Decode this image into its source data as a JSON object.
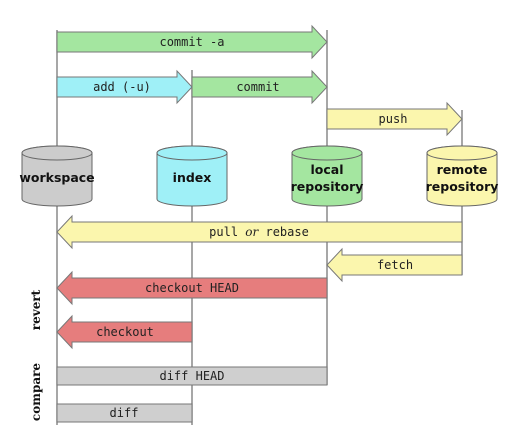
{
  "diagram": {
    "nodes": {
      "workspace": "workspace",
      "index": "index",
      "local_line1": "local",
      "local_line2": "repository",
      "remote_line1": "remote",
      "remote_line2": "repository"
    },
    "arrows": {
      "commit_a": "commit -a",
      "add_u": "add (-u)",
      "commit": "commit",
      "push": "push",
      "pull_left": "pull ",
      "pull_or": "or",
      "pull_right": " rebase",
      "fetch": "fetch",
      "checkout_head": "checkout HEAD",
      "checkout": "checkout",
      "diff_head": "diff HEAD",
      "diff": "diff"
    },
    "side_labels": {
      "revert": "revert",
      "compare": "compare"
    },
    "colors": {
      "green": "#a4e6a0",
      "cyan": "#9ff0f7",
      "yellow": "#fbf6ad",
      "red": "#e67d7d",
      "gray": "#cfcfcf",
      "workspace_cyl": "#cccccc",
      "index_cyl": "#9ff0f7",
      "local_cyl": "#a4e6a0",
      "remote_cyl": "#fbf6ad"
    }
  }
}
